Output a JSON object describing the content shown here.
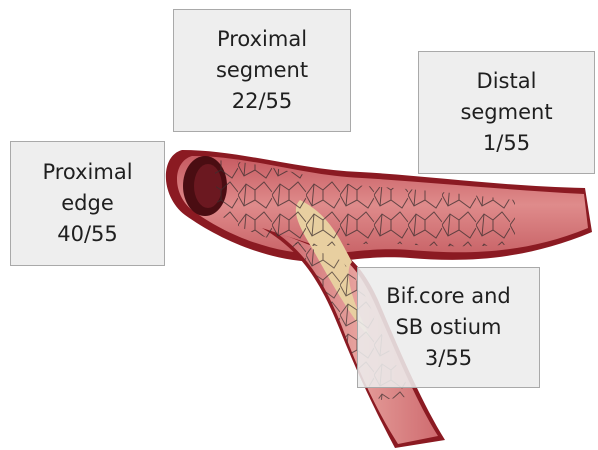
{
  "labels": {
    "proximal_segment": {
      "line1": "Proximal",
      "line2": "segment",
      "count": "22/55"
    },
    "distal_segment": {
      "line1": "Distal",
      "line2": "segment",
      "count": "1/55"
    },
    "proximal_edge": {
      "line1": "Proximal",
      "line2": "edge",
      "count": "40/55"
    },
    "bifurcation": {
      "line1": "Bif.core and",
      "line2": "SB ostium",
      "count": "3/55"
    }
  },
  "colors": {
    "vessel_outer": "#8b1a22",
    "vessel_wall": "#d9787c",
    "vessel_inner": "#e9a19d",
    "plaque": "#e8cfa0",
    "stent_struts": "#3a2e2e",
    "label_box_border": "#a9a9a9",
    "label_box_fill": "#ececec"
  }
}
